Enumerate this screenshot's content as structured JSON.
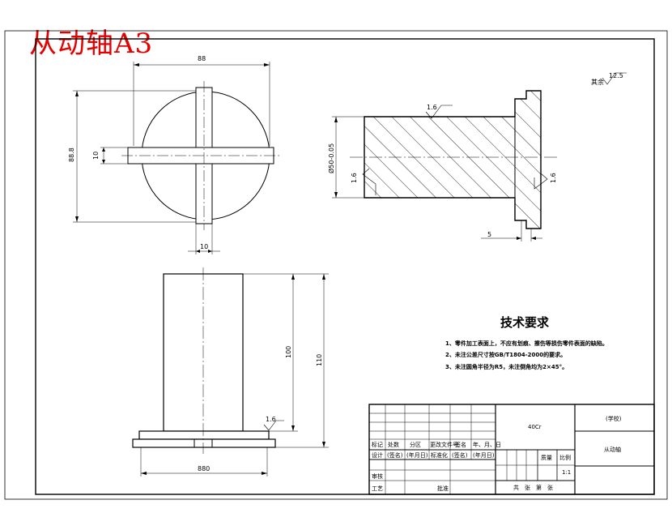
{
  "drawing": {
    "title": "从动轴A3",
    "roughness_symbol": {
      "label": "其余",
      "value": "12.5"
    }
  },
  "top_view": {
    "dim_width": "88",
    "dim_height": "88.8",
    "dim_bar_height": "10",
    "dim_bar_width": "10"
  },
  "section_view": {
    "roughness_top": "1.6",
    "roughness_left": "1.6",
    "roughness_right": "1.6",
    "dim_diameter": "Ø50-0.05",
    "dim_flange": "5"
  },
  "front_view": {
    "dim_inner": "100",
    "dim_overall": "110",
    "roughness": "1.6",
    "dim_base": "880"
  },
  "tech_req": {
    "heading": "技术要求",
    "items": [
      "1、零件加工表面上，不应有划痕、擦伤等损伤零件表面的缺陷。",
      "2、未注公差尺寸按GB/T1804-2000的要求。",
      "3、未注圆角半径为R5，未注倒角均为2×45°。"
    ]
  },
  "title_block": {
    "material": "40Cr",
    "school": "(学校)",
    "part_name": "从动轴",
    "headers": [
      "标记",
      "处数",
      "分区",
      "更改文件号",
      "签名",
      "年、月、日"
    ],
    "design_row": [
      "设计",
      "(签名)",
      "(年月日)",
      "标准化",
      "(签名)",
      "(年月日)"
    ],
    "review": "审核",
    "process": "工艺",
    "approve": "批准",
    "weight_label": "质量",
    "scale_label": "比例",
    "scale": "1:1",
    "sheets_label": "共　张　第　张"
  }
}
